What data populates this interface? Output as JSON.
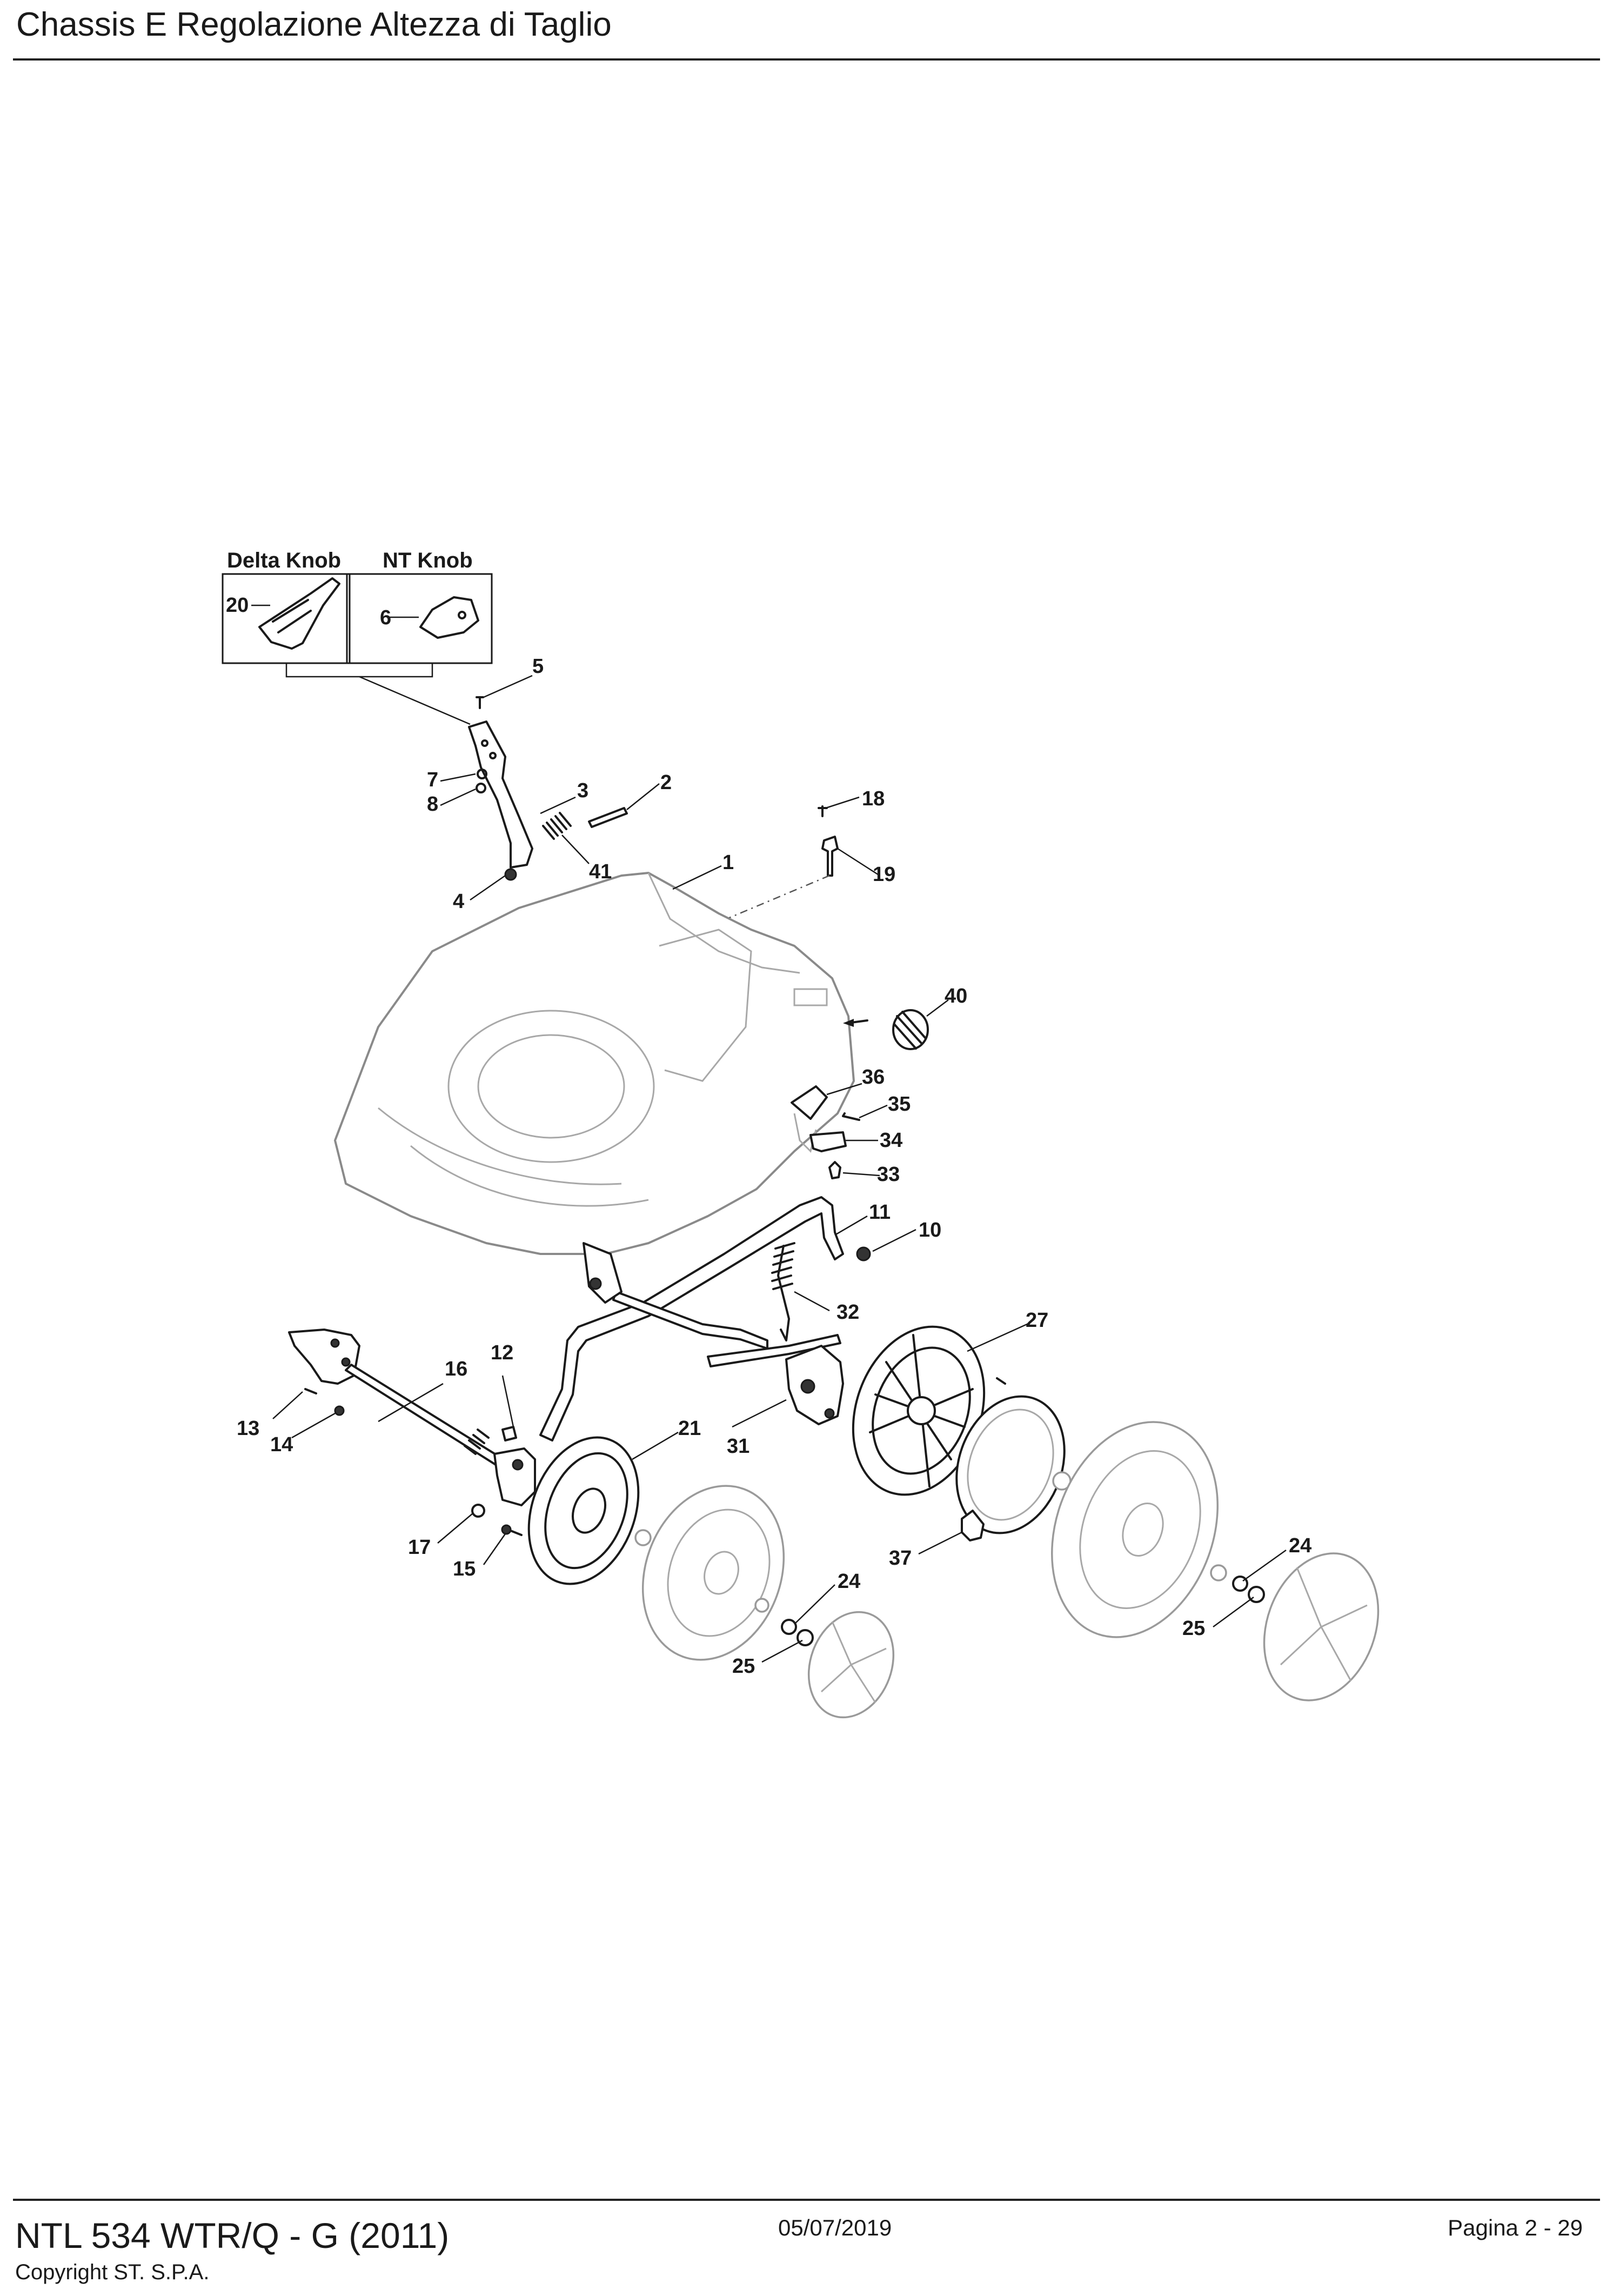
{
  "page": {
    "title": "Chassis E Regolazione Altezza di Taglio",
    "model": "NTL 534 WTR/Q - G (2011)",
    "copyright": "Copyright ST. S.P.A.",
    "date": "05/07/2019",
    "page_number": "Pagina 2 - 29"
  },
  "diagram": {
    "inset_boxes": [
      {
        "label": "Delta Knob",
        "part": "20"
      },
      {
        "label": "NT Knob",
        "part": "6"
      }
    ],
    "callouts": [
      {
        "id": "c1",
        "label": "1"
      },
      {
        "id": "c2",
        "label": "2"
      },
      {
        "id": "c3",
        "label": "3"
      },
      {
        "id": "c4",
        "label": "4"
      },
      {
        "id": "c5",
        "label": "5"
      },
      {
        "id": "c6",
        "label": "6"
      },
      {
        "id": "c7",
        "label": "7"
      },
      {
        "id": "c8",
        "label": "8"
      },
      {
        "id": "c10",
        "label": "10"
      },
      {
        "id": "c11",
        "label": "11"
      },
      {
        "id": "c12",
        "label": "12"
      },
      {
        "id": "c13",
        "label": "13"
      },
      {
        "id": "c14",
        "label": "14"
      },
      {
        "id": "c15",
        "label": "15"
      },
      {
        "id": "c16",
        "label": "16"
      },
      {
        "id": "c17",
        "label": "17"
      },
      {
        "id": "c18",
        "label": "18"
      },
      {
        "id": "c19",
        "label": "19"
      },
      {
        "id": "c20",
        "label": "20"
      },
      {
        "id": "c21",
        "label": "21"
      },
      {
        "id": "c24a",
        "label": "24"
      },
      {
        "id": "c24b",
        "label": "24"
      },
      {
        "id": "c25a",
        "label": "25"
      },
      {
        "id": "c25b",
        "label": "25"
      },
      {
        "id": "c27",
        "label": "27"
      },
      {
        "id": "c31",
        "label": "31"
      },
      {
        "id": "c32",
        "label": "32"
      },
      {
        "id": "c33",
        "label": "33"
      },
      {
        "id": "c34",
        "label": "34"
      },
      {
        "id": "c35",
        "label": "35"
      },
      {
        "id": "c36",
        "label": "36"
      },
      {
        "id": "c37",
        "label": "37"
      },
      {
        "id": "c40",
        "label": "40"
      },
      {
        "id": "c41",
        "label": "41"
      }
    ]
  }
}
